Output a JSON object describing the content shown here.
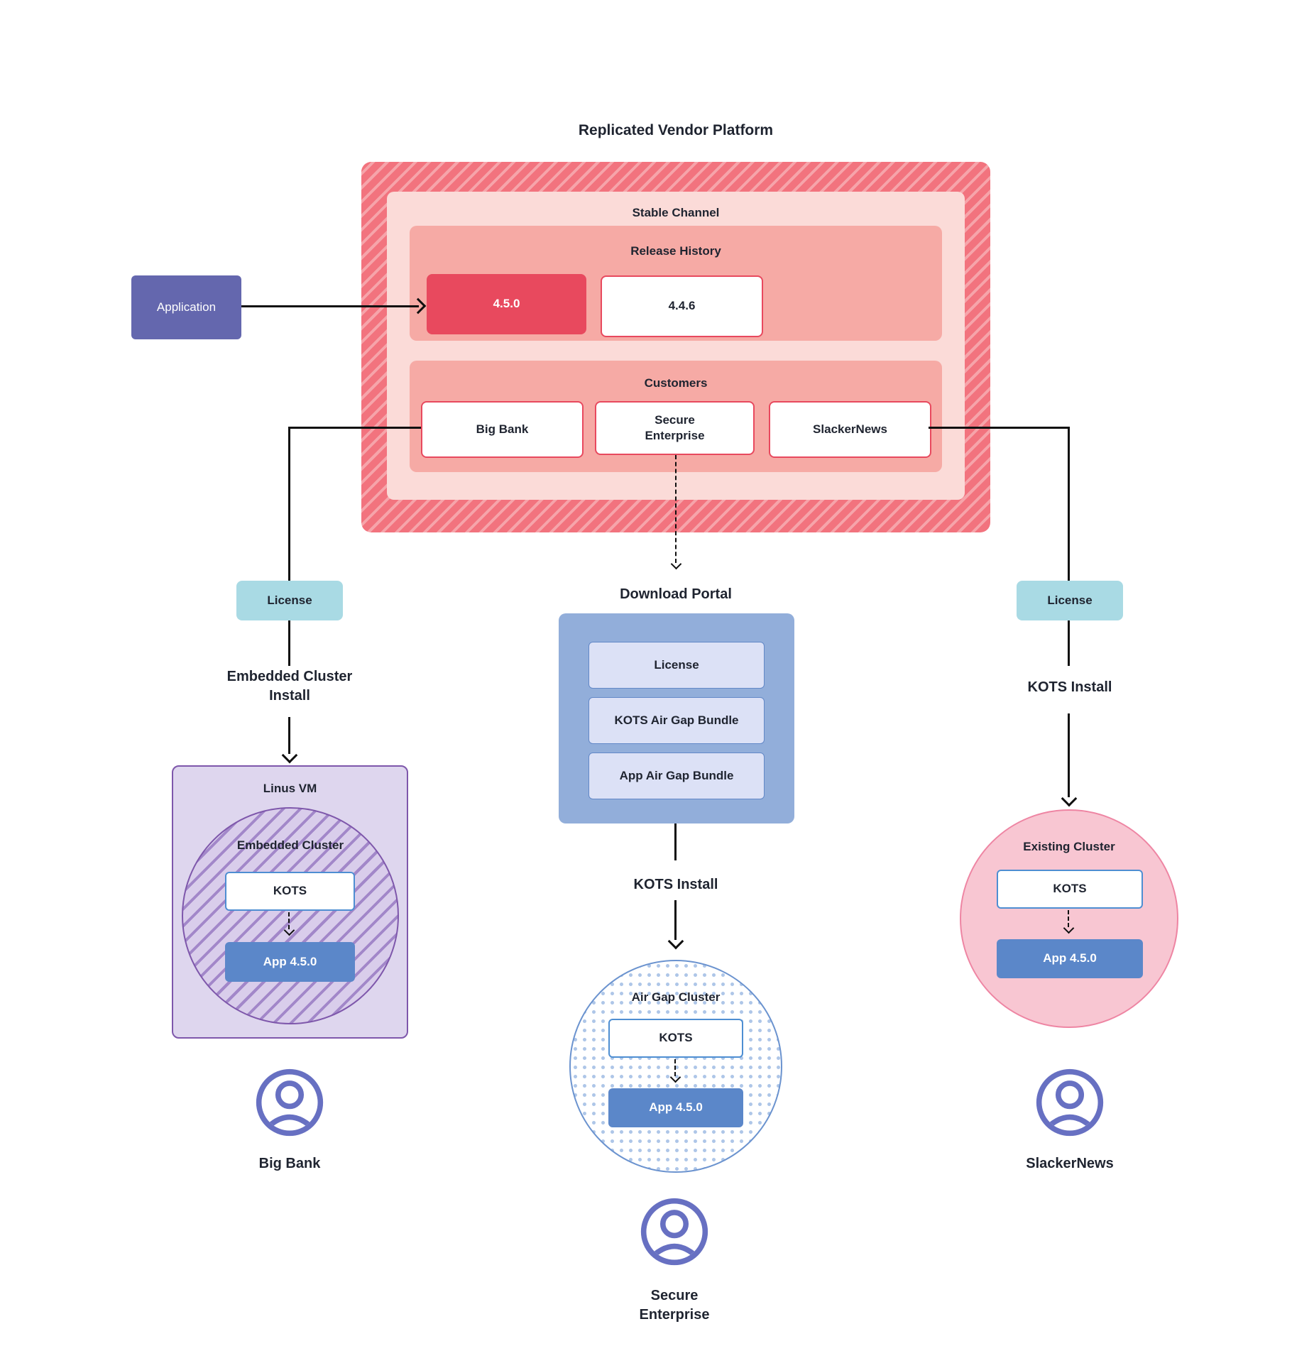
{
  "title": "Replicated Vendor Platform",
  "application": {
    "label": "Application"
  },
  "platform": {
    "stable_channel_label": "Stable Channel",
    "release_history": {
      "label": "Release History",
      "current_release": "4.5.0",
      "previous_release": "4.4.6"
    },
    "customers": {
      "label": "Customers",
      "big_bank": "Big Bank",
      "secure_enterprise": "Secure Enterprise",
      "slackernews": "SlackerNews"
    }
  },
  "left_flow": {
    "license_label": "License",
    "install_label": "Embedded Cluster Install",
    "vm_label": "Linus VM",
    "cluster_label": "Embedded Cluster",
    "kots_label": "KOTS",
    "app_label": "App 4.5.0",
    "customer_name": "Big Bank"
  },
  "middle_flow": {
    "portal_label": "Download Portal",
    "portal_items": [
      "License",
      "KOTS Air Gap Bundle",
      "App Air Gap Bundle"
    ],
    "install_label": "KOTS Install",
    "cluster_label": "Air Gap Cluster",
    "kots_label": "KOTS",
    "app_label": "App 4.5.0",
    "customer_name": "Secure Enterprise"
  },
  "right_flow": {
    "license_label": "License",
    "install_label": "KOTS Install",
    "cluster_label": "Existing Cluster",
    "kots_label": "KOTS",
    "app_label": "App 4.5.0",
    "customer_name": "SlackerNews"
  },
  "colors": {
    "ink": "#1f2430",
    "line": "#101010",
    "hatchBase": "#f2737e",
    "hatchStripe": "#f6a4aa",
    "pinkLight": "#fbdbd8",
    "salmon": "#f6aaa5",
    "redSolid": "#e8495e",
    "purpleApp": "#6467ae",
    "teal": "#a9dae4",
    "portalBlue": "#92aeda",
    "lavenderItem": "#dce1f6",
    "lavenderBorder": "#6288c7",
    "kotsBorder": "#4e8ed2",
    "appBlue": "#5b87c9",
    "vmFill": "#ded6ee",
    "vmBorder": "#7e57ab",
    "vmCircleFill": "#d9cdeb",
    "vmHatch": "#a287c9",
    "dotBlue": "#aec6e8",
    "airBorder": "#6b93cf",
    "pinkFill": "#f8c6d2",
    "pinkBorder": "#ee85a3",
    "person": "#6770c2"
  }
}
